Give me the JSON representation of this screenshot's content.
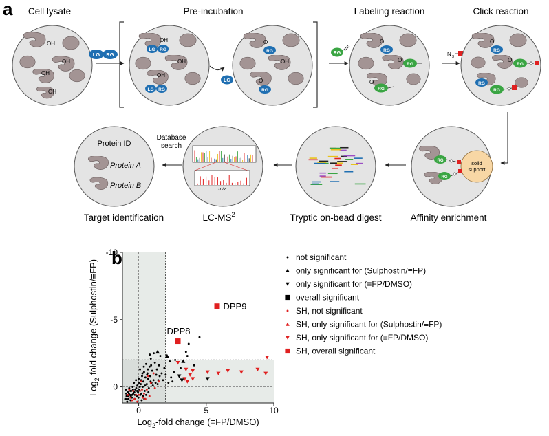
{
  "panel_a": {
    "letter": "a",
    "step_titles": [
      "Cell lysate",
      "Pre-incubation",
      "Labeling reaction",
      "Click reaction"
    ],
    "bottom_labels": [
      "Affinity enrichment",
      "Tryptic on-bead digest",
      "LC-MS",
      "Target identification"
    ],
    "ms_superscript": "2",
    "database_search": [
      "Database",
      "search"
    ],
    "protein_id_title": "Protein ID",
    "protein_a": "Protein A",
    "protein_b": "Protein B",
    "tag_lg": "LG",
    "tag_rg": "RG",
    "tag_o": "O",
    "tag_oh": "OH",
    "azide_label": "N",
    "azide_sub": "3",
    "solid_support": [
      "solid",
      "support"
    ],
    "mz_label": "m/z",
    "colors": {
      "cell": "#e4e4e4",
      "protein": "#a39494",
      "lg": "#1f6fb2",
      "rg_blue": "#1f6fb2",
      "rg_green": "#3aa543",
      "click": "#e02020",
      "bead": "#f8d7a5"
    }
  },
  "panel_b": {
    "letter": "b",
    "chart_data": {
      "type": "scatter",
      "xlabel_parts": [
        "Log",
        "2",
        "-fold change (≡FP/DMSO)"
      ],
      "ylabel_parts": [
        "Log",
        "2",
        "-fold change (Sulphostin/≡FP)"
      ],
      "xlim": [
        -1.2,
        10
      ],
      "ylim": [
        1.2,
        -10
      ],
      "y_inverted": true,
      "xticks": [
        0,
        5,
        10
      ],
      "yticks": [
        -10,
        -5,
        0
      ],
      "thresholds": {
        "x": [
          0,
          2
        ],
        "y": [
          0,
          -2
        ]
      },
      "labels": [
        {
          "text": "DPP9",
          "x": 5.8,
          "y": -6.0
        },
        {
          "text": "DPP8",
          "x": 2.9,
          "y": -3.4
        }
      ],
      "legend": [
        {
          "text": "not significant",
          "marker": "dot",
          "color": "#000000"
        },
        {
          "text": "only significant for (Sulphostin/≡FP)",
          "marker": "up",
          "color": "#000000"
        },
        {
          "text": "only significant for (≡FP/DMSO)",
          "marker": "down",
          "color": "#000000"
        },
        {
          "text": "overall significant",
          "marker": "square",
          "color": "#000000"
        },
        {
          "text": "SH, not significant",
          "marker": "dot",
          "color": "#e02020"
        },
        {
          "text": "SH, only significant for (Sulphostin/≡FP)",
          "marker": "up",
          "color": "#e02020"
        },
        {
          "text": "SH, only significant for (≡FP/DMSO)",
          "marker": "down",
          "color": "#e02020"
        },
        {
          "text": "SH, overall significant",
          "marker": "square",
          "color": "#e02020"
        }
      ],
      "series": [
        {
          "marker": "square",
          "color": "#e02020",
          "points": [
            [
              5.8,
              -6.0
            ],
            [
              2.9,
              -3.4
            ]
          ]
        },
        {
          "marker": "down",
          "color": "#e02020",
          "points": [
            [
              2.9,
              -1.8
            ],
            [
              3.5,
              -1.3
            ],
            [
              3.8,
              -0.9
            ],
            [
              4.0,
              -1.2
            ],
            [
              5.1,
              -1.1
            ],
            [
              5.9,
              -1.0
            ],
            [
              6.6,
              -1.2
            ],
            [
              7.6,
              -1.1
            ],
            [
              8.8,
              -1.3
            ],
            [
              9.4,
              -1.0
            ],
            [
              9.5,
              -2.2
            ],
            [
              4.0,
              -0.6
            ],
            [
              3.6,
              -0.4
            ],
            [
              3.4,
              -0.6
            ]
          ]
        },
        {
          "marker": "down",
          "color": "#000000",
          "points": [
            [
              3.2,
              -0.5
            ],
            [
              3.0,
              -0.8
            ],
            [
              5.1,
              -0.6
            ]
          ]
        },
        {
          "marker": "dot",
          "color": "#000000",
          "points": [
            [
              4.5,
              -3.7
            ],
            [
              3.7,
              -3.2
            ],
            [
              3.6,
              -2.3
            ],
            [
              3.5,
              -2.6
            ],
            [
              2.7,
              -2.0
            ],
            [
              2.3,
              -1.9
            ],
            [
              4.1,
              -1.6
            ],
            [
              3.1,
              -1.4
            ],
            [
              2.6,
              -1.1
            ],
            [
              2.4,
              -0.7
            ],
            [
              2.2,
              -0.3
            ],
            [
              1.9,
              -1.4
            ],
            [
              1.7,
              -1.0
            ],
            [
              1.8,
              -0.5
            ],
            [
              1.5,
              -1.6
            ],
            [
              1.4,
              -0.2
            ],
            [
              1.3,
              -0.9
            ],
            [
              1.2,
              -1.8
            ],
            [
              1.1,
              -0.5
            ],
            [
              1.0,
              -1.2
            ],
            [
              0.95,
              -0.3
            ],
            [
              0.9,
              -2.1
            ],
            [
              0.85,
              -0.8
            ],
            [
              0.8,
              -1.5
            ],
            [
              0.75,
              0.1
            ],
            [
              0.7,
              -0.6
            ],
            [
              0.65,
              -1.0
            ],
            [
              0.6,
              -0.2
            ],
            [
              0.55,
              -1.7
            ],
            [
              0.5,
              -0.7
            ],
            [
              0.45,
              0.3
            ],
            [
              0.4,
              -1.1
            ],
            [
              0.35,
              -0.4
            ],
            [
              0.3,
              0.0
            ],
            [
              0.25,
              -0.8
            ],
            [
              0.2,
              0.5
            ],
            [
              0.15,
              -0.2
            ],
            [
              0.1,
              -1.3
            ],
            [
              0.05,
              0.2
            ],
            [
              0.0,
              -0.6
            ],
            [
              -0.05,
              0.4
            ],
            [
              -0.1,
              -0.1
            ],
            [
              -0.15,
              0.7
            ],
            [
              -0.2,
              -0.5
            ],
            [
              -0.25,
              0.2
            ],
            [
              -0.3,
              0.9
            ],
            [
              -0.35,
              -0.3
            ],
            [
              -0.4,
              0.5
            ],
            [
              -0.45,
              0.0
            ],
            [
              -0.5,
              0.8
            ],
            [
              -0.55,
              0.3
            ],
            [
              -0.6,
              1.0
            ],
            [
              -0.65,
              0.6
            ],
            [
              -0.7,
              0.1
            ],
            [
              -0.75,
              0.9
            ],
            [
              -0.8,
              0.4
            ],
            [
              -0.85,
              1.1
            ],
            [
              -0.9,
              0.7
            ],
            [
              -0.95,
              0.2
            ],
            [
              -1.0,
              0.9
            ],
            [
              1.6,
              -2.3
            ],
            [
              2.0,
              -0.9
            ],
            [
              2.5,
              -0.4
            ],
            [
              1.35,
              -1.3
            ],
            [
              1.05,
              -0.1
            ],
            [
              0.92,
              -1.6
            ],
            [
              0.62,
              -0.9
            ],
            [
              0.48,
              -0.1
            ],
            [
              0.28,
              -1.0
            ],
            [
              0.12,
              0.6
            ],
            [
              0.02,
              -0.3
            ],
            [
              -0.12,
              0.3
            ],
            [
              -0.28,
              0.6
            ],
            [
              -0.42,
              0.2
            ],
            [
              -0.58,
              0.7
            ],
            [
              -0.72,
              0.5
            ],
            [
              -0.88,
              0.9
            ],
            [
              0.82,
              -2.4
            ],
            [
              1.12,
              -2.5
            ],
            [
              1.45,
              -0.5
            ],
            [
              0.68,
              -1.3
            ],
            [
              0.38,
              -1.5
            ],
            [
              0.18,
              -0.5
            ],
            [
              0.08,
              0.0
            ],
            [
              -0.02,
              0.8
            ],
            [
              -0.18,
              0.1
            ],
            [
              -0.32,
              0.4
            ],
            [
              -0.48,
              0.6
            ],
            [
              -0.62,
              0.3
            ],
            [
              -0.78,
              0.7
            ],
            [
              -0.92,
              0.5
            ],
            [
              0.55,
              0.6
            ],
            [
              0.42,
              0.9
            ],
            [
              0.22,
              1.0
            ],
            [
              0.32,
              0.7
            ],
            [
              0.72,
              0.4
            ],
            [
              0.88,
              -0.4
            ],
            [
              1.25,
              -0.3
            ],
            [
              1.55,
              -0.8
            ]
          ]
        },
        {
          "marker": "dot",
          "color": "#e02020",
          "points": [
            [
              0.1,
              0.3
            ],
            [
              0.3,
              0.8
            ],
            [
              -0.2,
              0.6
            ],
            [
              0.6,
              0.2
            ],
            [
              -0.5,
              1.0
            ],
            [
              0.9,
              -0.3
            ],
            [
              -0.8,
              0.6
            ],
            [
              0.2,
              -0.4
            ],
            [
              1.2,
              0.1
            ],
            [
              -0.4,
              0.3
            ],
            [
              0.5,
              0.9
            ],
            [
              -0.1,
              1.1
            ],
            [
              0.7,
              -0.8
            ],
            [
              1.5,
              -0.4
            ],
            [
              -0.7,
              0.2
            ],
            [
              0.4,
              0.5
            ],
            [
              -0.3,
              0.9
            ],
            [
              0.0,
              0.6
            ],
            [
              0.8,
              0.7
            ],
            [
              -0.6,
              0.8
            ],
            [
              1.1,
              -1.0
            ],
            [
              0.25,
              0.2
            ]
          ]
        },
        {
          "marker": "up",
          "color": "#000000",
          "points": [
            [
              3.3,
              -1.9
            ],
            [
              2.1,
              -2.3
            ],
            [
              1.4,
              -2.6
            ]
          ]
        }
      ]
    }
  }
}
